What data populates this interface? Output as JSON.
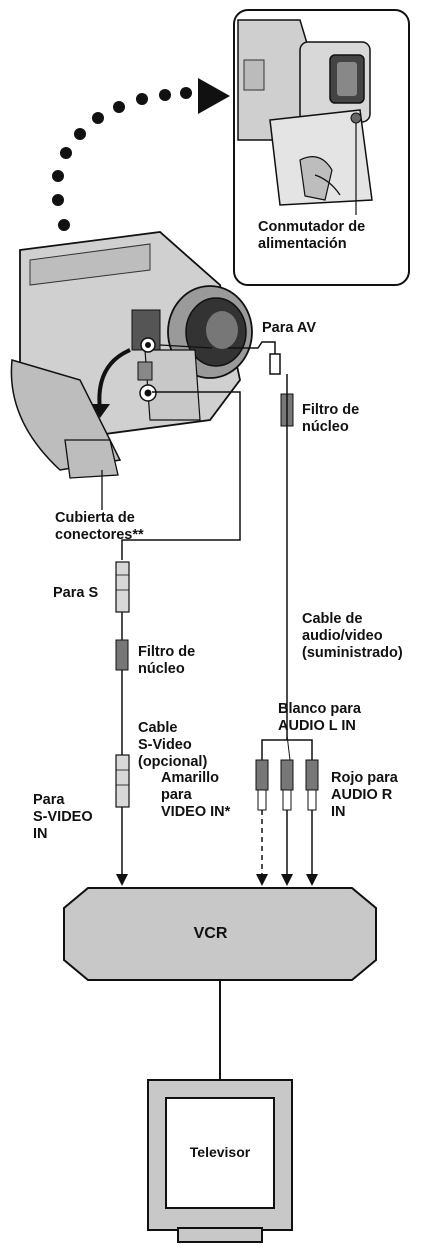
{
  "labels": {
    "power_switch": "Conmutador de\nalimentación",
    "to_av": "Para AV",
    "core_filter_av": "Filtro de\nnúcleo",
    "connector_cover": "Cubierta de\nconectores**",
    "to_s": "Para S",
    "core_filter_s": "Filtro de\nnúcleo",
    "av_cable": "Cable de\naudio/video\n(suministrado)",
    "svideo_cable": "Cable\nS-Video\n(opcional)",
    "white_audio_l": "Blanco para\nAUDIO L IN",
    "yellow_video": "Amarillo\npara\nVIDEO IN*",
    "red_audio_r": "Rojo para\nAUDIO R\nIN",
    "to_svideo_in": "Para\nS-VIDEO\nIN",
    "vcr": "VCR",
    "tv": "Televisor"
  }
}
